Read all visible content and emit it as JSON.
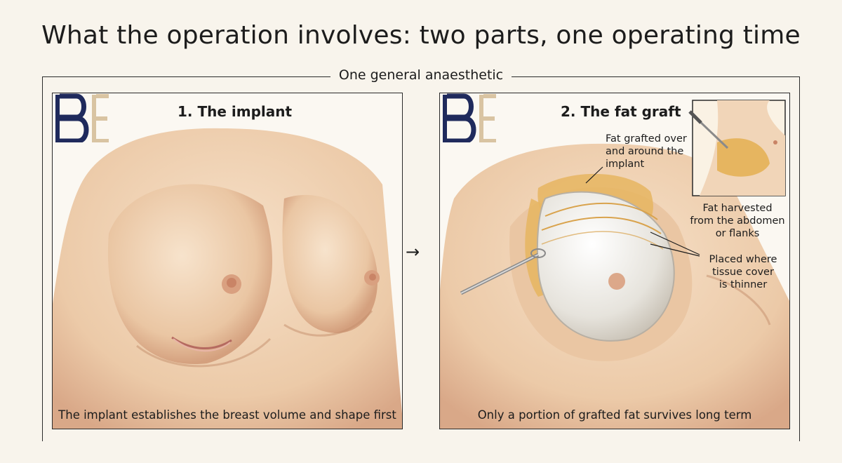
{
  "title": "What the operation involves: two parts, one operating time",
  "bracket_label": "One general anaesthetic",
  "arrow_glyph": "→",
  "panels": [
    {
      "title": "1. The implant",
      "caption": "The implant establishes the breast volume and shape first"
    },
    {
      "title": "2. The fat graft",
      "caption": "Only a portion of grafted fat survives long term",
      "labels": {
        "fat_grafted": [
          "Fat grafted over",
          "and around the",
          "implant"
        ],
        "fat_harvested": [
          "Fat harvested",
          "from the abdomen",
          "or flanks"
        ],
        "placed_where": [
          "Placed where",
          "tissue cover",
          "is thinner"
        ]
      }
    }
  ],
  "colors": {
    "logo_navy": "#1f2a5c",
    "logo_gold": "#d9c4a2",
    "skin": "#f0d2b4",
    "skin_shadow": "#d9a888",
    "fat": "#e6b560",
    "implant": "#ece9e2"
  }
}
